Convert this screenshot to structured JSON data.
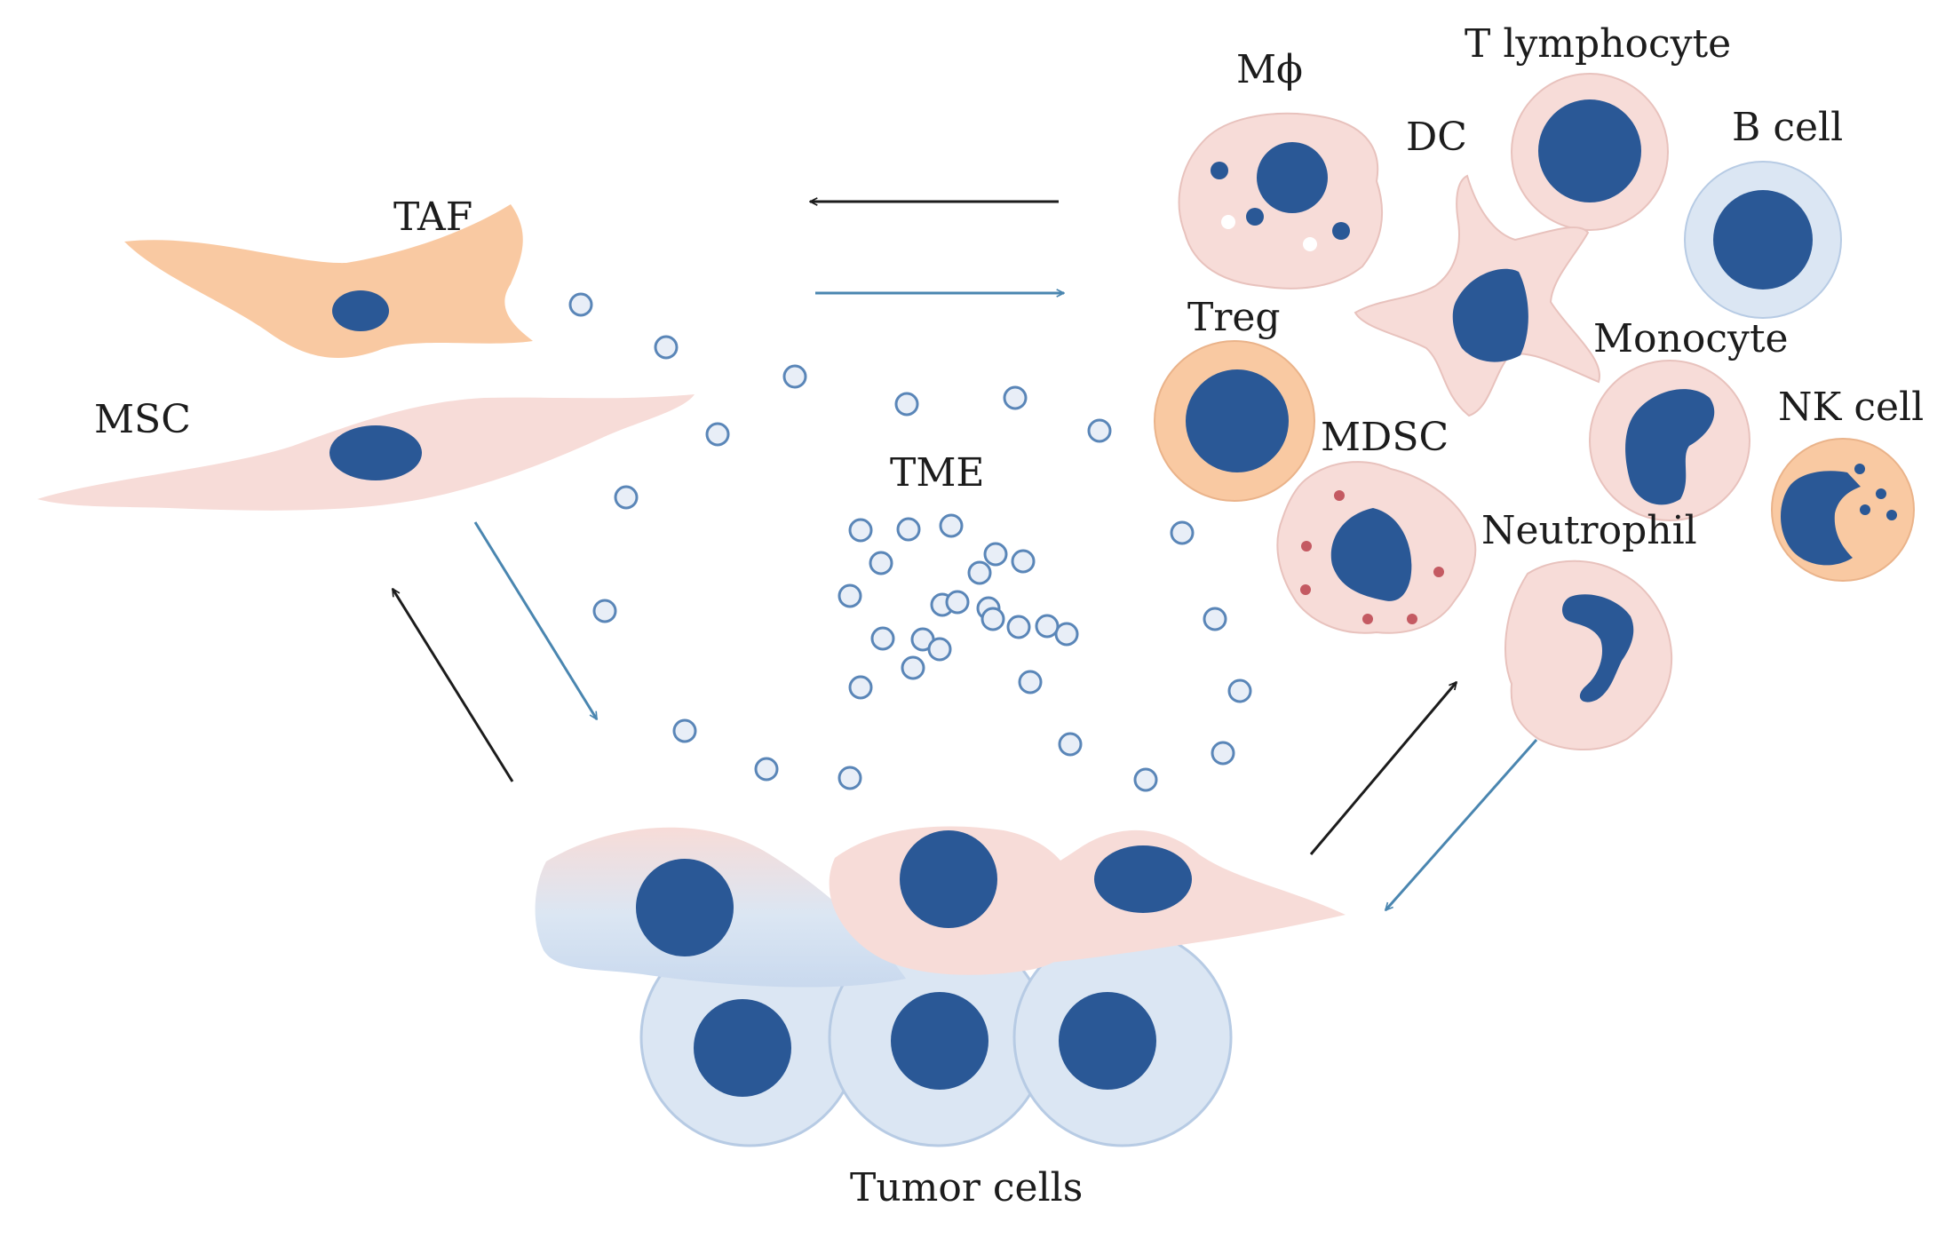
{
  "labels": {
    "taf": "TAF",
    "msc": "MSC",
    "tme": "TME",
    "tumor_cells": "Tumor cells",
    "macrophage": "Mϕ",
    "t_lymphocyte": "T lymphocyte",
    "dc": "DC",
    "b_cell": "B cell",
    "treg": "Treg",
    "monocyte": "Monocyte",
    "mdsc": "MDSC",
    "nk_cell": "NK cell",
    "neutrophil": "Neutrophil"
  },
  "colors": {
    "nucleus": "#2a5896",
    "pink_cytoplasm": "#f7dcd8",
    "orange_cytoplasm": "#f9c9a2",
    "blue_cytoplasm": "#dbe6f3",
    "cytokine_fill": "#e8eef7",
    "cytokine_stroke": "#5a86b8",
    "arrow_black": "#1c1c1c",
    "arrow_blue": "#4a86b0",
    "granule_red": "#c45a62"
  }
}
